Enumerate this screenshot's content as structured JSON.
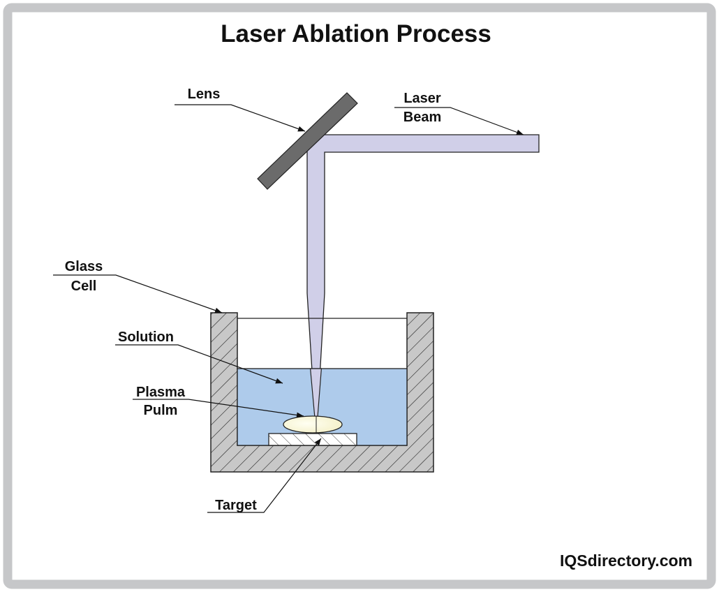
{
  "title": "Laser Ablation Process",
  "labels": {
    "lens": "Lens",
    "laser_beam": [
      "Laser",
      "Beam"
    ],
    "glass_cell": [
      "Glass",
      "Cell"
    ],
    "solution": "Solution",
    "plasma_pulm": [
      "Plasma",
      "Pulm"
    ],
    "target": "Target"
  },
  "watermark": "IQSdirectory.com",
  "colors": {
    "frame": "#c6c7c9",
    "beam": "#d0cfe8",
    "lens": "#6b6b6b",
    "cell_wall": "#c8c8c8",
    "solution": "#aecbeb",
    "plasma": "#fbf8dd",
    "target": "#ffffff",
    "outline": "#1a1a1a"
  }
}
